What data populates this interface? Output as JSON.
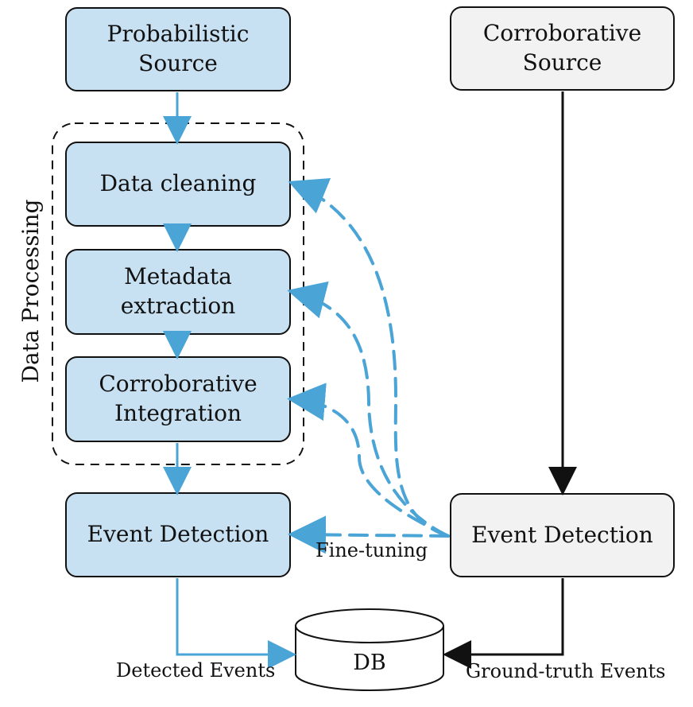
{
  "labels": {
    "probabilistic_source_line1": "Probabilistic",
    "probabilistic_source_line2": "Source",
    "corroborative_source_line1": "Corroborative",
    "corroborative_source_line2": "Source",
    "data_processing": "Data Processing",
    "data_cleaning": "Data cleaning",
    "metadata_extraction_line1": "Metadata",
    "metadata_extraction_line2": "extraction",
    "corroborative_integration_line1": "Corroborative",
    "corroborative_integration_line2": "Integration",
    "event_detection_left": "Event Detection",
    "event_detection_right": "Event Detection",
    "fine_tuning": "Fine-tuning",
    "db": "DB",
    "detected_events": "Detected Events",
    "ground_truth_events": "Ground-truth Events"
  },
  "colors": {
    "blue_fill": "#c8e1f2",
    "gray_fill": "#f2f2f2",
    "blue_edge": "#4aa4d6",
    "black_edge": "#111111"
  }
}
